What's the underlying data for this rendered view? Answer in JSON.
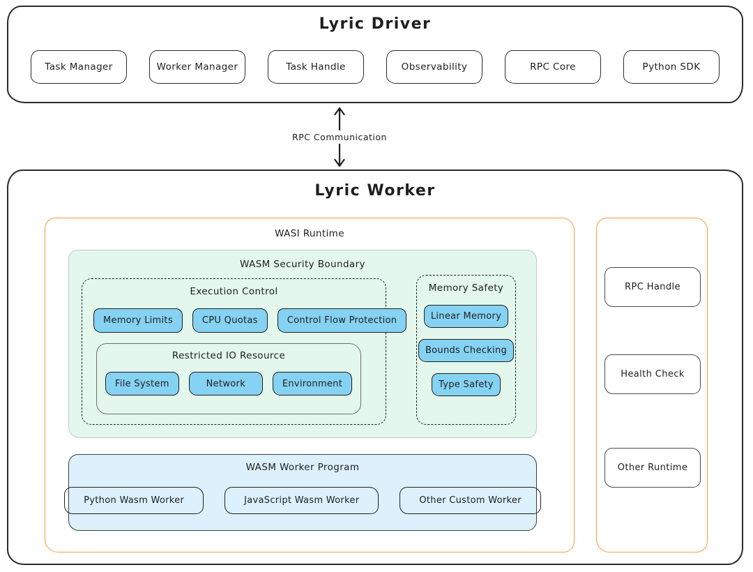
{
  "driver": {
    "title": "Lyric Driver",
    "components": [
      "Task Manager",
      "Worker Manager",
      "Task Handle",
      "Observability",
      "RPC Core",
      "Python SDK"
    ]
  },
  "connector": {
    "label": "RPC Communication",
    "icons": [
      "up-arrow-icon",
      "down-arrow-icon"
    ]
  },
  "worker": {
    "title": "Lyric Worker",
    "wasi_runtime": {
      "title": "WASI Runtime",
      "security_boundary": {
        "title": "WASM Security Boundary",
        "execution_control": {
          "title": "Execution Control",
          "items": [
            "Memory Limits",
            "CPU Quotas",
            "Control Flow Protection"
          ],
          "restricted_io": {
            "title": "Restricted IO Resource",
            "items": [
              "File System",
              "Network",
              "Environment"
            ]
          }
        },
        "memory_safety": {
          "title": "Memory Safety",
          "items": [
            "Linear Memory",
            "Bounds Checking",
            "Type Safety"
          ]
        }
      },
      "worker_program": {
        "title": "WASM Worker Program",
        "items": [
          "Python Wasm Worker",
          "JavaScript Wasm Worker",
          "Other Custom Worker"
        ]
      }
    },
    "runtime_panel": {
      "items": [
        "RPC Handle",
        "Health Check",
        "Other Runtime"
      ]
    }
  },
  "colors": {
    "accent_orange": "#f79b3d",
    "node_fill_blue": "#85d2f3",
    "panel_fill_green": "#e3f7ec",
    "panel_fill_blue": "#dcf1fb",
    "stroke_dark": "#1e1e1e"
  }
}
